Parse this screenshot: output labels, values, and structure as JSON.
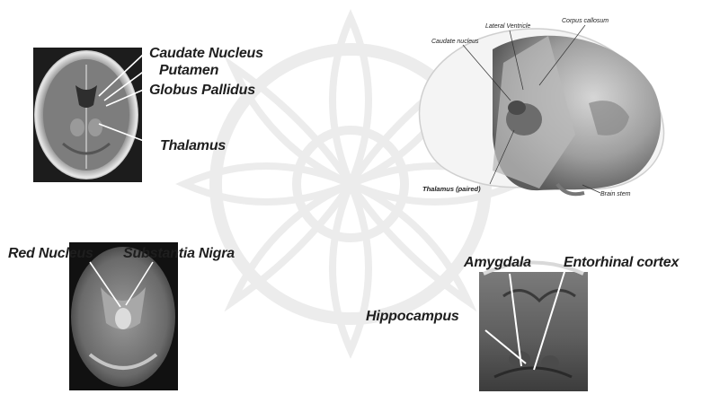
{
  "panels": {
    "axial_t1": {
      "labels": [
        "Caudate Nucleus",
        "Putamen",
        "Globus Pallidus",
        "Thalamus"
      ]
    },
    "brain_3d": {
      "labels": [
        "Lateral Ventricle",
        "Corpus callosum",
        "Caudate nucleus",
        "Thalamus (paired)",
        "Brain stem"
      ]
    },
    "axial_t2": {
      "labels": [
        "Red Nucleus",
        "Substantia Nigra"
      ]
    },
    "coronal": {
      "labels": [
        "Amygdala",
        "Entorhinal cortex",
        "Hippocampus"
      ]
    }
  },
  "colors": {
    "label_text": "#1e1e1e",
    "pointer_line": "#ffffff",
    "watermark": "#e6e6e6",
    "brain_tone": "#bdbdbd"
  }
}
